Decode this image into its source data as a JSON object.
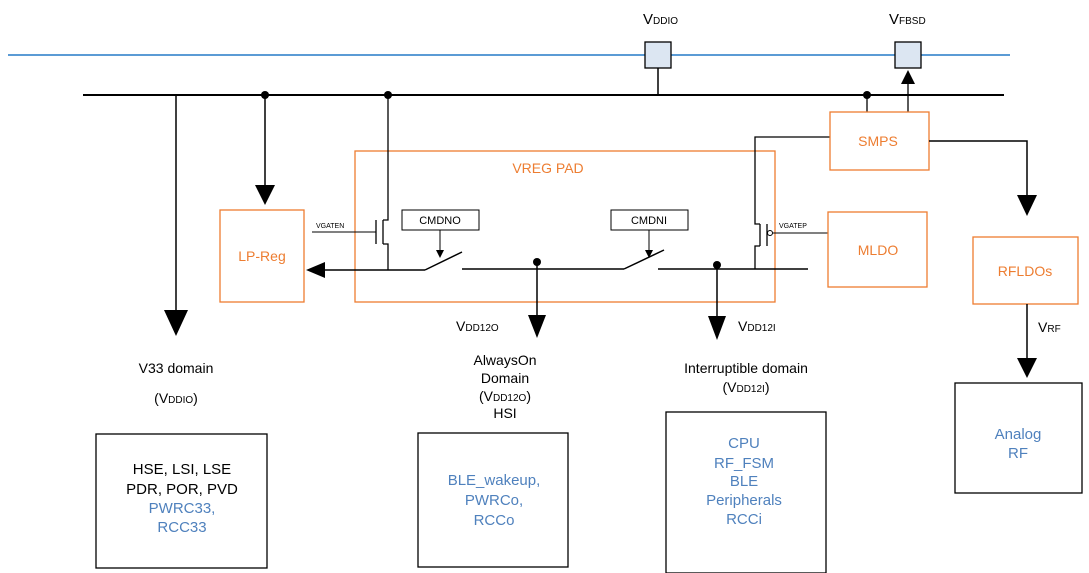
{
  "top_labels": {
    "vddio_main": "V",
    "vddio_sub": "DDIO",
    "vfbsd_main": "V",
    "vfbsd_sub": "FBSD"
  },
  "blocks": {
    "vreg_pad": "VREG PAD",
    "smps": "SMPS",
    "lp_reg": "LP-Reg",
    "mldo": "MLDO",
    "rfldos": "RFLDOs",
    "cmdno": "CMDNO",
    "cmdni": "CMDNI"
  },
  "gate_labels": {
    "vgaten": "VGATEN",
    "vgatep": "VGATEP"
  },
  "rail_labels": {
    "vdd12o_main": "V",
    "vdd12o_sub": "DD12O",
    "vdd12i_main": "V",
    "vdd12i_sub": "DD12I",
    "vrf_main": "V",
    "vrf_sub": "RF"
  },
  "domains": {
    "v33": {
      "title": "V33 domain",
      "supply_open": "(V",
      "supply_sub": "DDIO",
      "supply_close": ")",
      "black_lines": [
        "HSE, LSI, LSE",
        "PDR, POR, PVD"
      ],
      "blue_lines": [
        "PWRC33,",
        "RCC33"
      ]
    },
    "always_on": {
      "title_1": "AlwaysOn",
      "title_2": "Domain",
      "supply_open": "(V",
      "supply_sub": "DD12O",
      "supply_close": ")",
      "extra": "HSI",
      "blue_lines": [
        "BLE_wakeup,",
        "PWRCo,",
        "RCCo"
      ]
    },
    "interruptible": {
      "title": "Interruptible domain",
      "supply_open": "(V",
      "supply_sub": "DD12I",
      "supply_close": ")",
      "blue_lines": [
        "CPU",
        "RF_FSM",
        "BLE",
        "Peripherals",
        "RCCi"
      ]
    },
    "analog": {
      "blue_lines": [
        "Analog",
        "RF"
      ]
    }
  },
  "colors": {
    "top_line": "#5B9BD5",
    "block_outline": "#ED7D31",
    "block_text": "#ED7D31",
    "domain_text": "#4F81BD",
    "pad_fill": "#DCE6F2"
  }
}
